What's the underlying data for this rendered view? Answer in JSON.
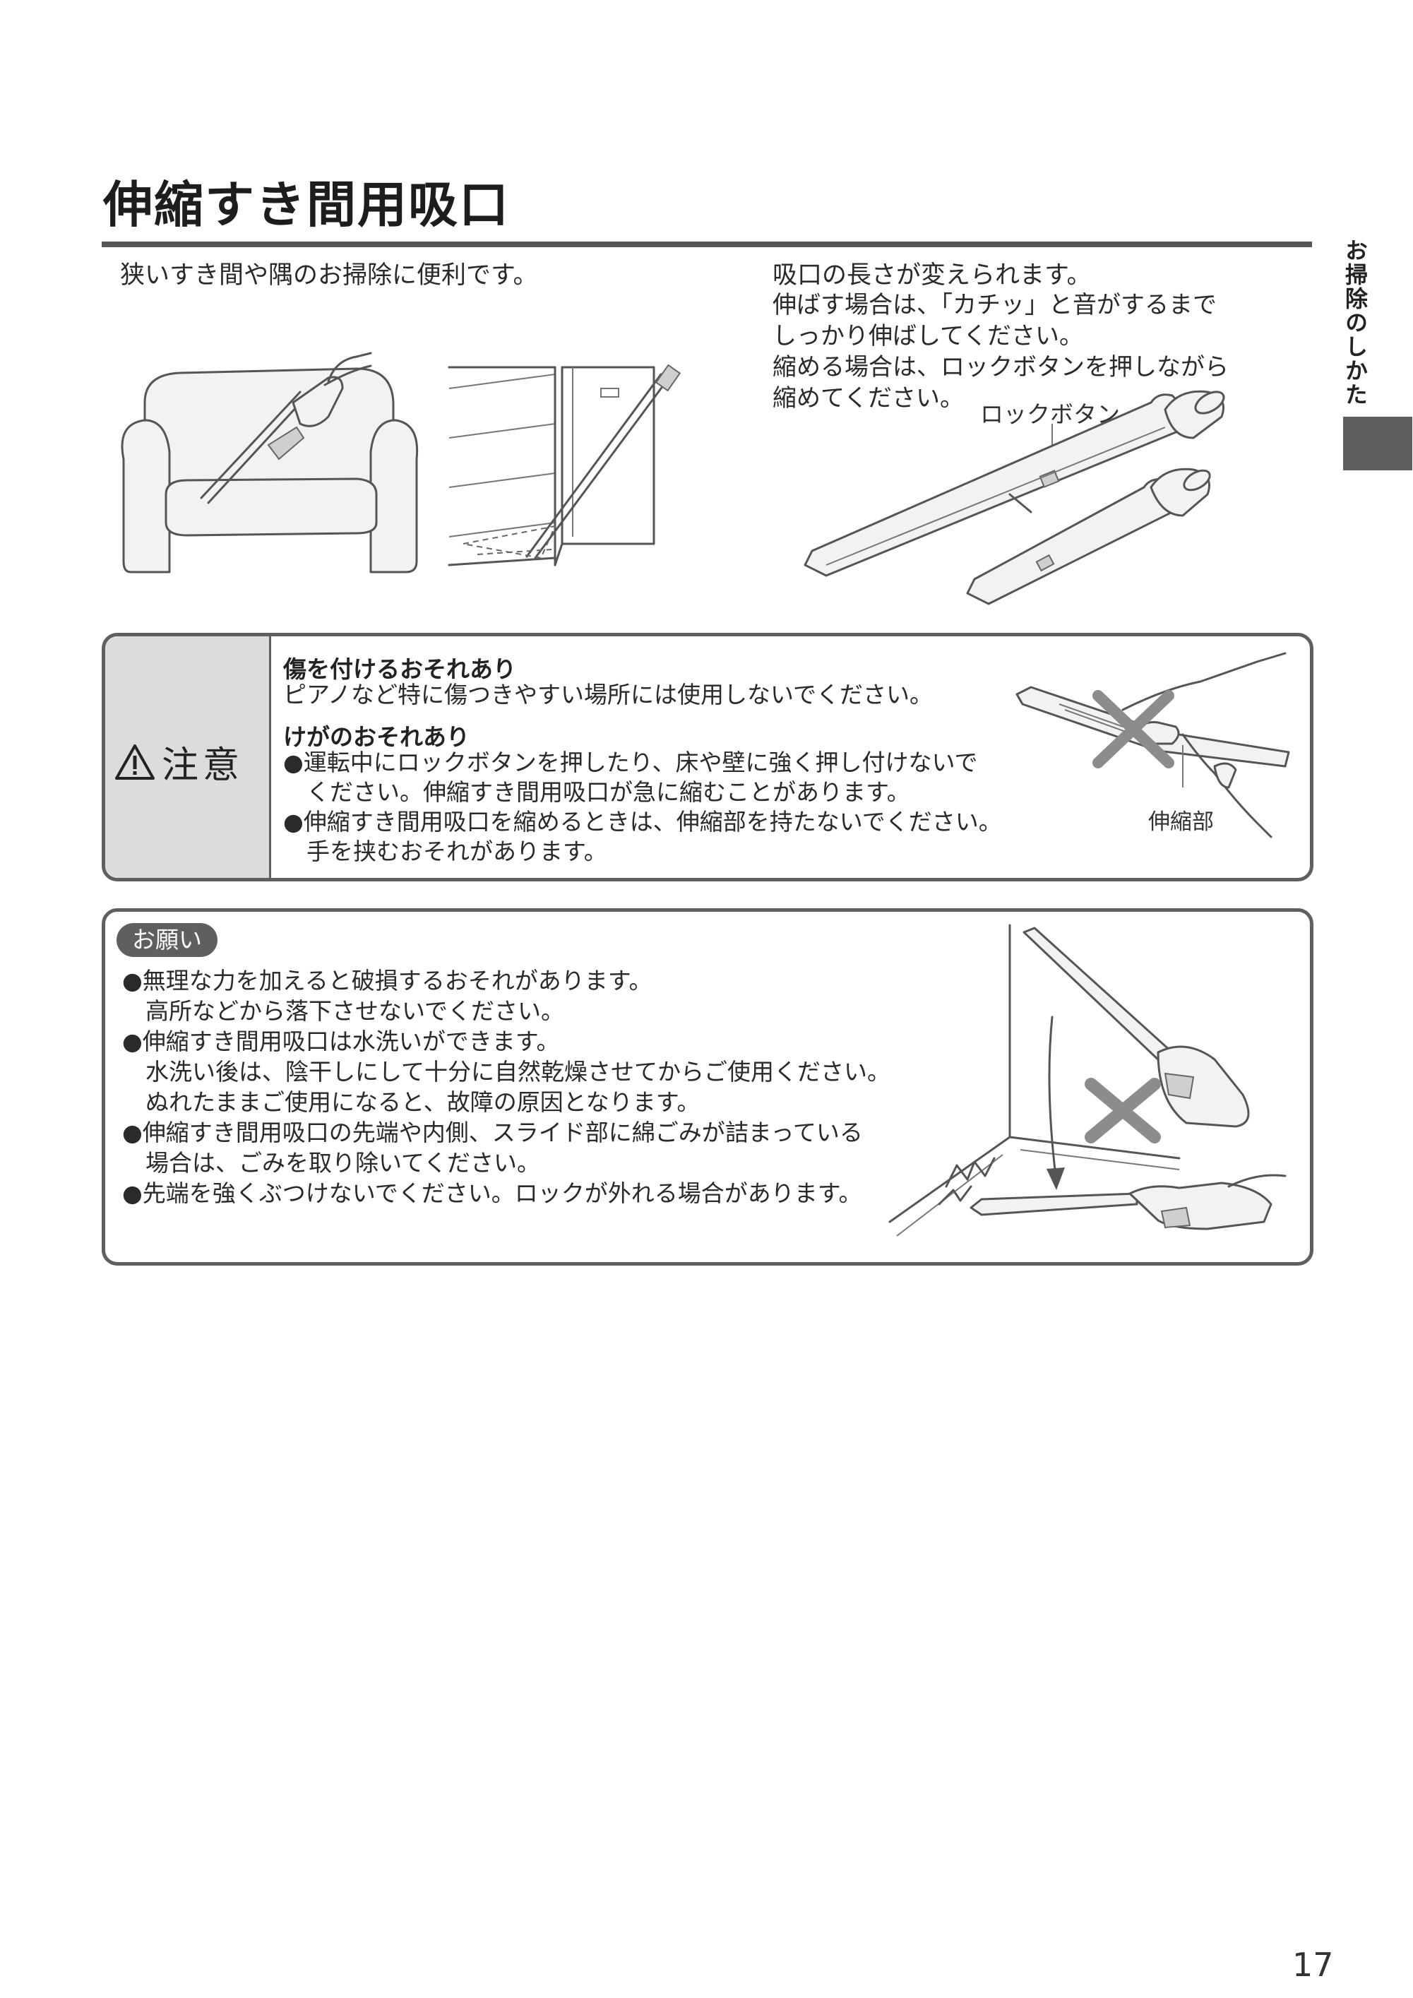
{
  "title": "伸縮すき間用吸口",
  "side_tab": "お掃除のしかた",
  "intro": "狭いすき間や隅のお掃除に便利です。",
  "length": {
    "heading": "吸口の長さが変えられます。",
    "lines": [
      "伸ばす場合は、「カチッ」と音がするまで",
      "しっかり伸ばしてください。",
      "縮める場合は、ロックボタンを押しながら",
      "縮めてください。"
    ],
    "lock_button_label": "ロックボタン"
  },
  "caution": {
    "label": "注意",
    "heading1": "傷を付けるおそれあり",
    "text1": "ピアノなど特に傷つきやすい場所には使用しないでください。",
    "heading2": "けがのおそれあり",
    "lines": [
      "●運転中にロックボタンを押したり、床や壁に強く押し付けないで",
      "　ください。伸縮すき間用吸口が急に縮むことがあります。",
      "●伸縮すき間用吸口を縮めるときは、伸縮部を持たないでください。",
      "　手を挟むおそれがあります。"
    ],
    "extension_label": "伸縮部"
  },
  "request": {
    "badge": "お願い",
    "lines": [
      "●無理な力を加えると破損するおそれがあります。",
      "　高所などから落下させないでください。",
      "●伸縮すき間用吸口は水洗いができます。",
      "　水洗い後は、陰干しにして十分に自然乾燥させてからご使用ください。",
      "　ぬれたままご使用になると、故障の原因となります。",
      "●伸縮すき間用吸口の先端や内側、スライド部に綿ごみが詰まっている",
      "　場合は、ごみを取り除いてください。",
      "●先端を強くぶつけないでください。ロックが外れる場合があります。"
    ]
  },
  "page_number": "17"
}
